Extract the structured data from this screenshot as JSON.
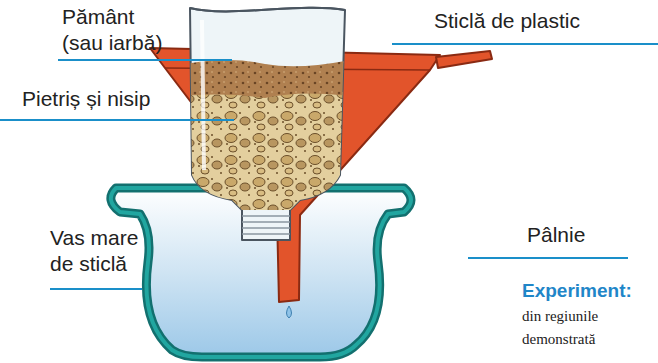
{
  "diagram": {
    "labels": [
      "Pământ (sau iarbă)",
      "Sticlă de plastic",
      "Pietriș și nisip",
      "Pâlnie",
      "Vas mare de sticlă",
      "Experiment:",
      "din regiunile",
      "demonstrată"
    ]
  }
}
